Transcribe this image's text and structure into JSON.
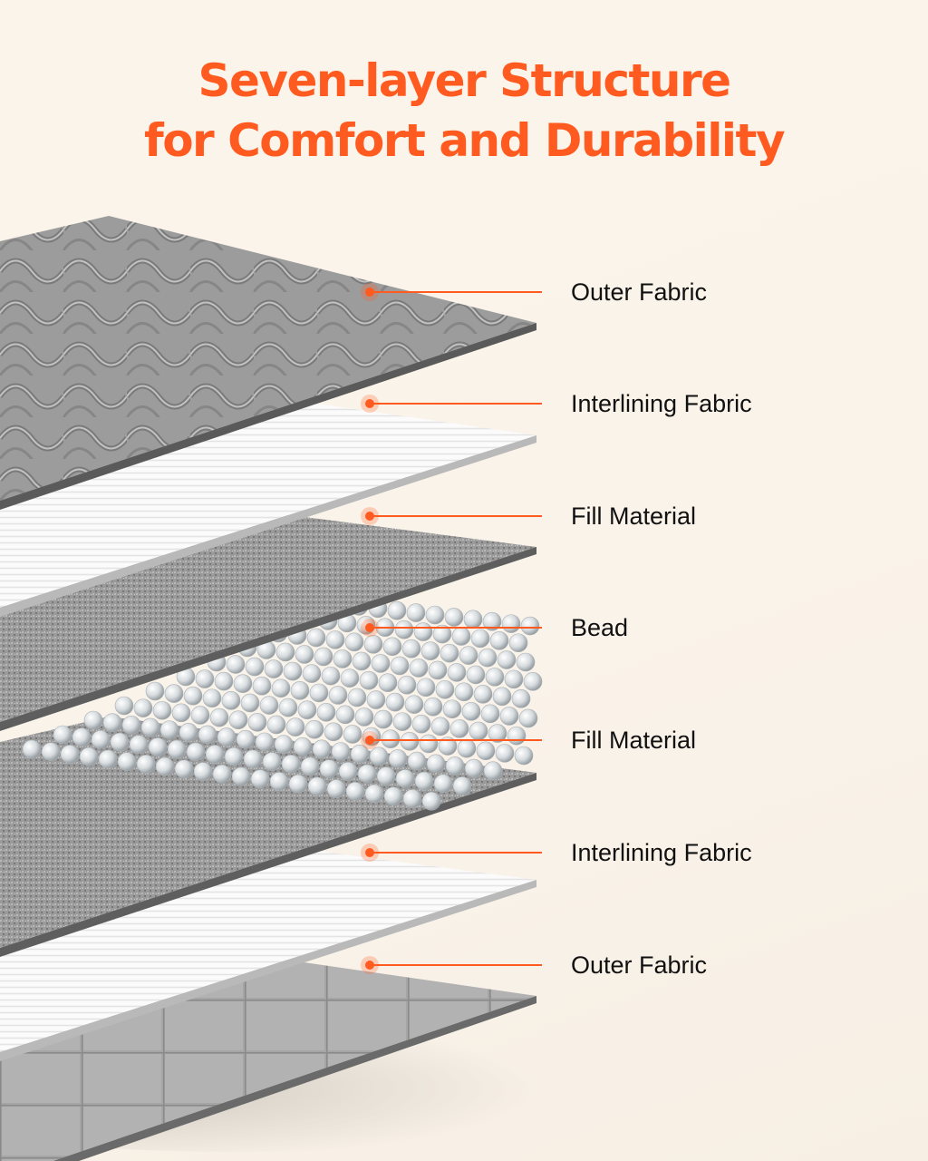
{
  "title": {
    "line1": "Seven-layer Structure",
    "line2": "for Comfort and Durability"
  },
  "colors": {
    "accent": "#ff5a1f",
    "background": "#faf3ea",
    "label_text": "#111111"
  },
  "layers": [
    {
      "label": "Outer Fabric",
      "material": "knit-patterned-gray"
    },
    {
      "label": "Interlining Fabric",
      "material": "white-ribbed"
    },
    {
      "label": "Fill Material",
      "material": "gray-felt"
    },
    {
      "label": "Bead",
      "material": "glass-beads"
    },
    {
      "label": "Fill Material",
      "material": "gray-felt"
    },
    {
      "label": "Interlining Fabric",
      "material": "white-ribbed"
    },
    {
      "label": "Outer Fabric",
      "material": "quilted-gray"
    }
  ]
}
